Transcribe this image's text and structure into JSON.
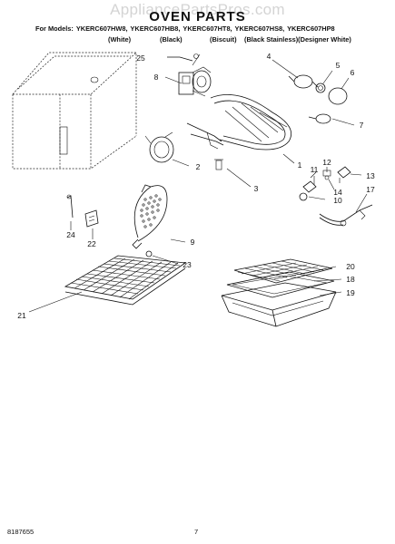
{
  "watermark": "AppliancePartsPros.com",
  "title": "OVEN PARTS",
  "header": {
    "models_prefix": "For Models:",
    "models": [
      "YKERC607HW8,",
      "YKERC607HB8,",
      "YKERC607HT8,",
      "YKERC607HS8,",
      "YKERC607HP8"
    ],
    "colors": [
      "(White)",
      "(Black)",
      "(Biscuit)",
      "(Black Stainless)(Designer White)"
    ]
  },
  "callouts": [
    "1",
    "2",
    "3",
    "4",
    "5",
    "6",
    "7",
    "8",
    "9",
    "10",
    "11",
    "12",
    "13",
    "14",
    "17",
    "18",
    "19",
    "20",
    "21",
    "22",
    "23",
    "24",
    "25"
  ],
  "footer": {
    "doc_number": "8187655",
    "page": "7"
  }
}
